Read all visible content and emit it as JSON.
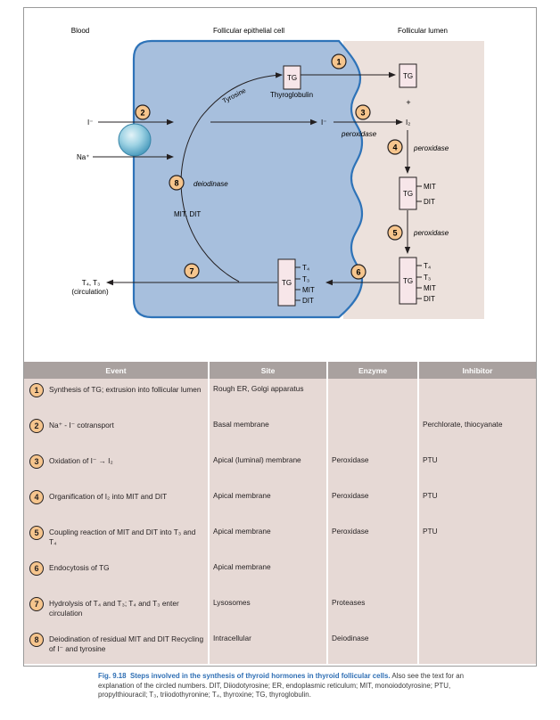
{
  "diagram": {
    "col_blood": "Blood",
    "col_cell": "Follicular epithelial cell",
    "col_lumen": "Follicular lumen",
    "iodide": "I⁻",
    "sodium": "Na⁺",
    "tg": "TG",
    "thyroglobulin": "Thyroglobulin",
    "tyrosine": "Tyrosine",
    "plus": "+",
    "iodine": "I₂",
    "iodide_cell": "I⁻",
    "peroxidase": "peroxidase",
    "deiodinase": "deiodinase",
    "mit_dit": "MIT, DIT",
    "mit": "MIT",
    "dit": "DIT",
    "t4": "T₄",
    "t3": "T₃",
    "circulation_line1": "T₄, T₃",
    "circulation_line2": "(circulation)",
    "steps": [
      "1",
      "2",
      "3",
      "4",
      "5",
      "6",
      "7",
      "8"
    ]
  },
  "table": {
    "headers": [
      "Event",
      "Site",
      "Enzyme",
      "Inhibitor"
    ],
    "rows": [
      {
        "num": "1",
        "event": "Synthesis of TG; extrusion into follicular lumen",
        "site": "Rough ER, Golgi apparatus",
        "enzyme": "",
        "inhibitor": ""
      },
      {
        "num": "2",
        "event": "Na⁺ - I⁻ cotransport",
        "site": "Basal membrane",
        "enzyme": "",
        "inhibitor": "Perchlorate, thiocyanate"
      },
      {
        "num": "3",
        "event": "Oxidation of I⁻ → I₂",
        "site": "Apical (luminal) membrane",
        "enzyme": "Peroxidase",
        "inhibitor": "PTU"
      },
      {
        "num": "4",
        "event": "Organification of I₂ into MIT and DIT",
        "site": "Apical membrane",
        "enzyme": "Peroxidase",
        "inhibitor": "PTU"
      },
      {
        "num": "5",
        "event": "Coupling reaction of MIT and DIT into T₃ and T₄",
        "site": "Apical membrane",
        "enzyme": "Peroxidase",
        "inhibitor": "PTU"
      },
      {
        "num": "6",
        "event": "Endocytosis of TG",
        "site": "Apical membrane",
        "enzyme": "",
        "inhibitor": ""
      },
      {
        "num": "7",
        "event": "Hydrolysis of T₄ and T₃; T₄ and T₃ enter circulation",
        "site": "Lysosomes",
        "enzyme": "Proteases",
        "inhibitor": ""
      },
      {
        "num": "8",
        "event": "Deiodination of residual MIT and DIT Recycling of I⁻ and tyrosine",
        "site": "Intracellular",
        "enzyme": "Deiodinase",
        "inhibitor": ""
      }
    ]
  },
  "caption": {
    "fig_number": "Fig. 9.18",
    "title": "Steps involved in the synthesis of thyroid hormones in thyroid follicular cells.",
    "body": "Also see the text for an explanation of the circled numbers. DIT, Diiodotyrosine; ER, endoplasmic reticulum; MIT, monoiodotyrosine; PTU, propylthiouracil; T₃, triiodothyronine; T₄, thyroxine; TG, thyroglobulin."
  },
  "colors": {
    "cell_fill": "#a7bfdd",
    "cell_border": "#2e73b8",
    "lumen_fill": "#ece1dc",
    "step_circle": "#f6c58d",
    "tg_box": "#f7e6e9",
    "table_header": "#a9a19f",
    "table_row": "#e6d9d5",
    "caption_accent": "#2f6fb4"
  }
}
